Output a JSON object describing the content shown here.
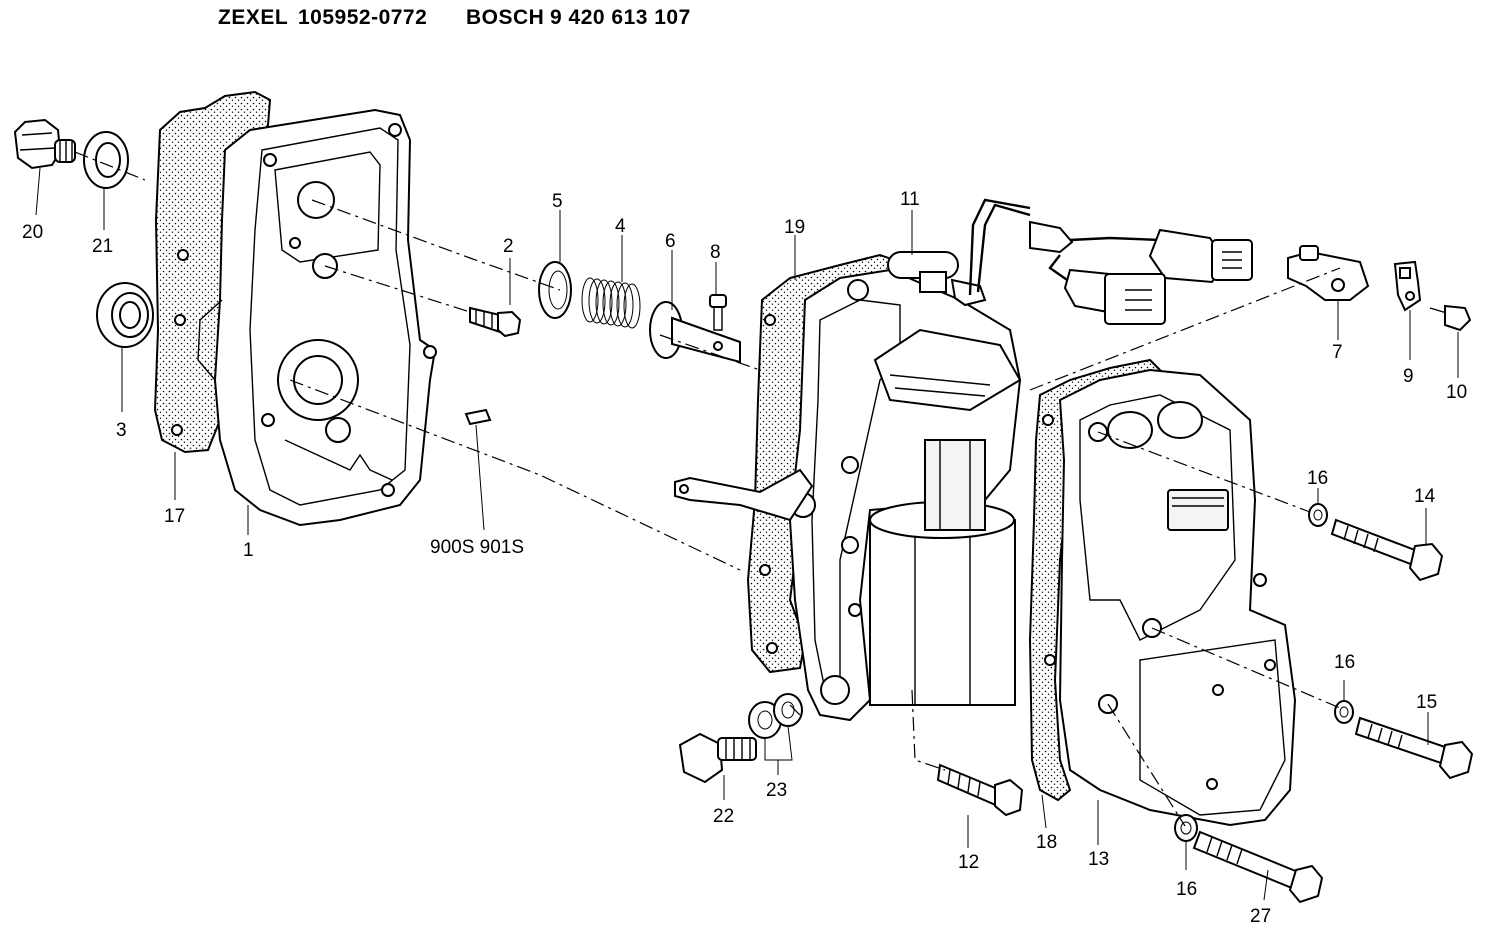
{
  "header": {
    "brand1": "ZEXEL",
    "part1": "105952-0772",
    "brand2": "BOSCH",
    "part2": "9 420 613 107"
  },
  "callouts": {
    "c1": "1",
    "c2": "2",
    "c3": "3",
    "c4": "4",
    "c5": "5",
    "c6": "6",
    "c7": "7",
    "c8": "8",
    "c9": "9",
    "c10": "10",
    "c11": "11",
    "c12": "12",
    "c13": "13",
    "c14": "14",
    "c15": "15",
    "c16a": "16",
    "c16b": "16",
    "c16c": "16",
    "c17": "17",
    "c18": "18",
    "c19": "19",
    "c20": "20",
    "c21": "21",
    "c22": "22",
    "c23": "23",
    "c27": "27",
    "key_part": "900S 901S"
  }
}
